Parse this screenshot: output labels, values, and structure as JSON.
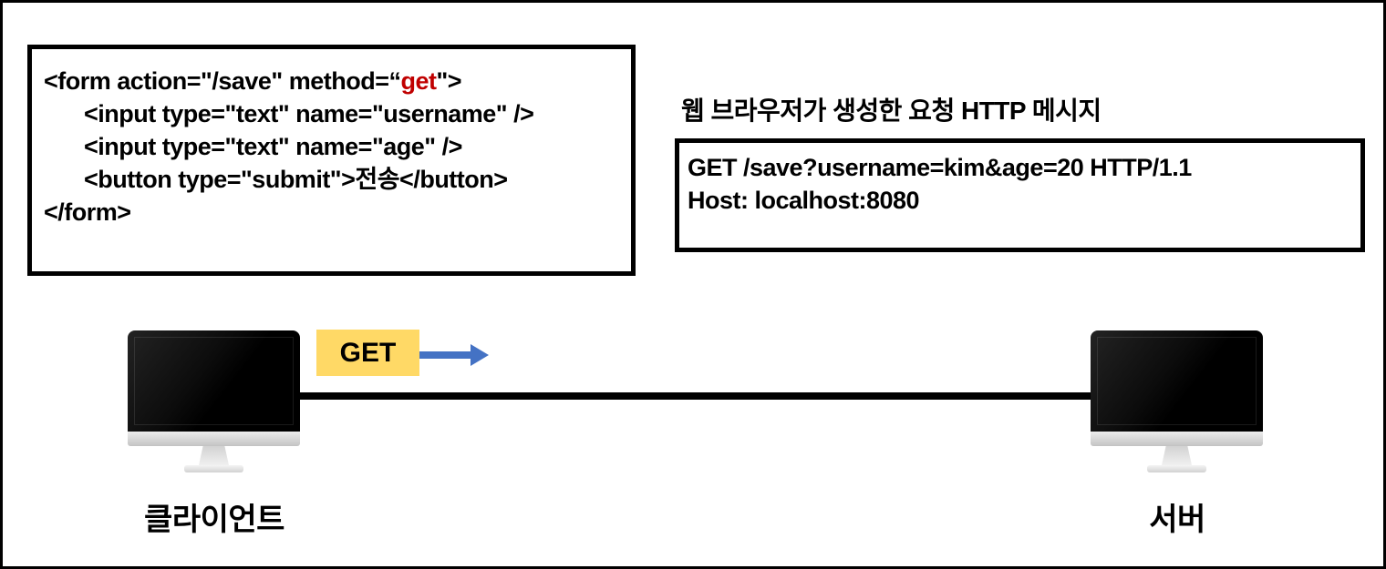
{
  "slide": {
    "background": "#FFFFFF",
    "border_color": "#000000"
  },
  "code_box": {
    "highlight_color": "#C00000",
    "line1": {
      "pre": "<form action=\"/save\" method=“",
      "method": "get",
      "post": "\">"
    },
    "line2": "<input type=\"text\" name=\"username\" />",
    "line3": "<input type=\"text\" name=\"age\" />",
    "line4": "<button type=\"submit\">전송</button>",
    "line5": "</form>"
  },
  "http_message": {
    "title": "웹 브라우저가 생성한 요청 HTTP 메시지",
    "request_line": "GET /save?username=kim&age=20 HTTP/1.1",
    "host_line": "Host: localhost:8080"
  },
  "diagram": {
    "method_badge": {
      "label": "GET",
      "background": "#FFD966"
    },
    "arrow_color": "#4472C4",
    "client_label": "클라이언트",
    "server_label": "서버"
  }
}
